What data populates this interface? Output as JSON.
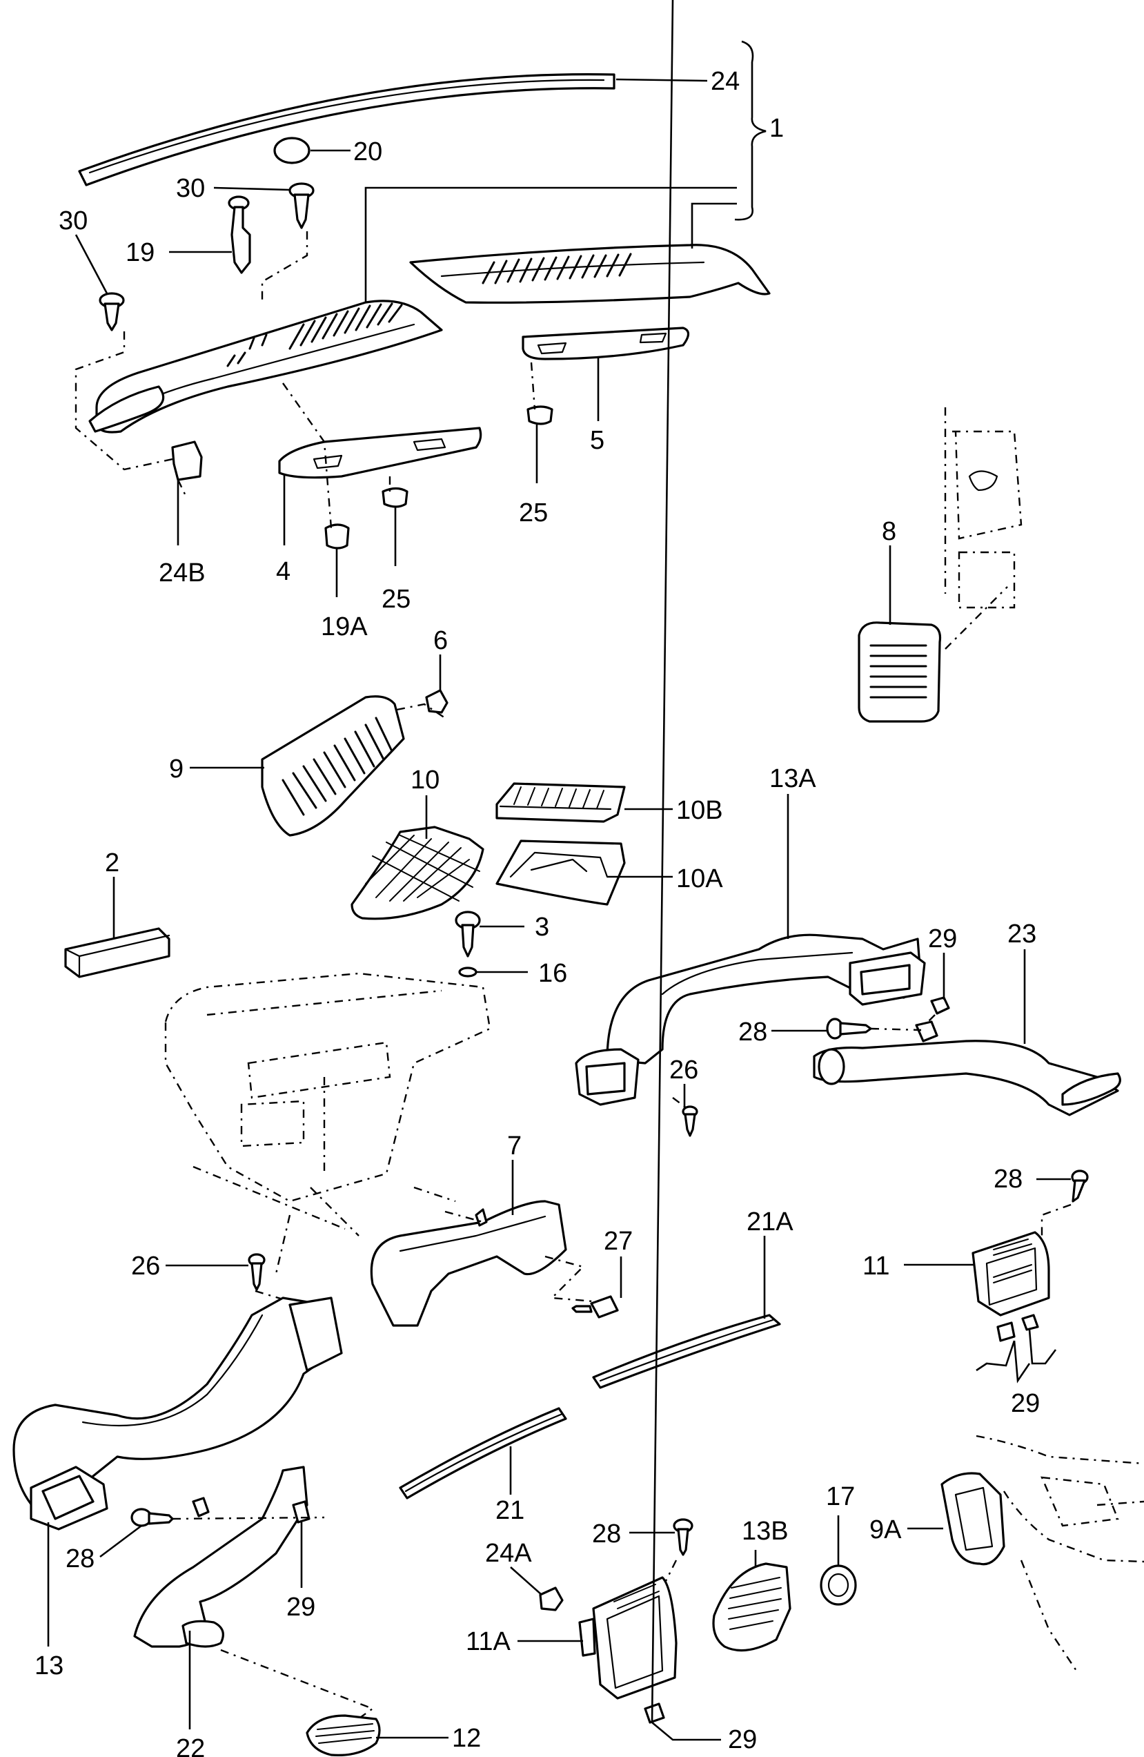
{
  "callouts": {
    "c24": "24",
    "c1": "1",
    "c20": "20",
    "c30a": "30",
    "c30b": "30",
    "c19": "19",
    "c24B": "24B",
    "c4": "4",
    "c19A": "19A",
    "c25a": "25",
    "c5": "5",
    "c25b": "25",
    "c8": "8",
    "c6": "6",
    "c9": "9",
    "c10": "10",
    "c10B": "10B",
    "c10A": "10A",
    "c13A": "13A",
    "c2": "2",
    "c3": "3",
    "c16": "16",
    "c29a": "29",
    "c23": "23",
    "c28a": "28",
    "c26a": "26",
    "c7": "7",
    "c27": "27",
    "c21A": "21A",
    "c28b": "28",
    "c26b": "26",
    "c11": "11",
    "c29b": "29",
    "c21": "21",
    "c13B": "13B",
    "c17": "17",
    "c9A": "9A",
    "c24A": "24A",
    "c28c": "28",
    "c28d": "28",
    "c29c": "29",
    "c11A": "11A",
    "c13": "13",
    "c22": "22",
    "c29d": "29",
    "c12": "12"
  }
}
